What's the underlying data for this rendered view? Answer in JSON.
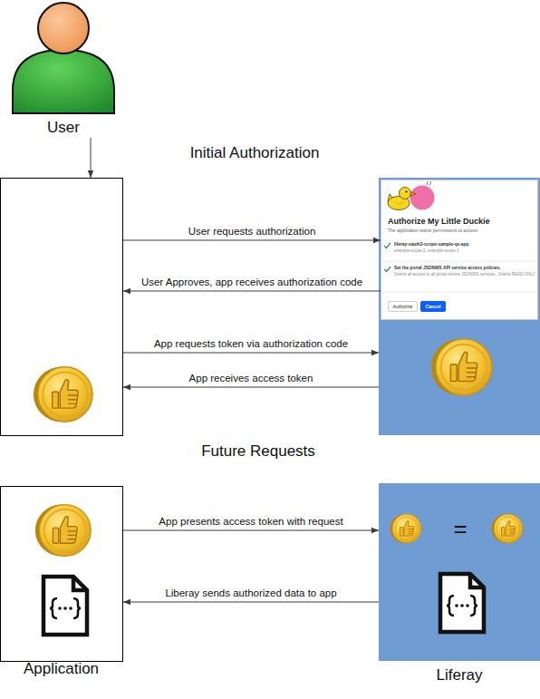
{
  "diagram": {
    "nodes": [
      {
        "text": [
          "User"
        ]
      },
      {
        "text": []
      },
      {
        "text": []
      },
      {
        "text": [
          "Authorize My Little Duckie",
          "The application wants permissions to access:",
          "liferay-oauth2-scope-sample-qs-app",
          "example-scope-2, example-scope-1",
          "Set the portal JSONWS API service access policies.",
          "Grants all access to all portal remote JSONWS services., Grants READ-ONLY"
        ],
        "in": 2
      },
      {
        "text": [
          "Authorize"
        ],
        "in": 3
      },
      {
        "text": [
          "Cancel"
        ],
        "in": 3
      },
      {
        "text": [
          "Application"
        ]
      },
      {
        "text": [
          "Liferay"
        ]
      }
    ],
    "edges": [
      {
        "from": 0,
        "to": 1,
        "arrow": "to"
      },
      {
        "from": 1,
        "to": 3,
        "label": "User requests authorization",
        "arrow": "to"
      },
      {
        "from": 3,
        "to": 1,
        "label": "User Approves, app receives authorization code",
        "arrow": "to"
      },
      {
        "from": 1,
        "to": 2,
        "label": "App requests token via authorization code",
        "arrow": "to"
      },
      {
        "from": 2,
        "to": 1,
        "label": "App receives access token",
        "arrow": "to"
      },
      {
        "from": 6,
        "to": 7,
        "label": "App presents access token with request",
        "arrow": "to"
      },
      {
        "from": 7,
        "to": 6,
        "label": "Liberay sends authorized data to app",
        "arrow": "to"
      }
    ],
    "labels": [
      "Initial Authorization",
      "Future Requests",
      "="
    ]
  }
}
